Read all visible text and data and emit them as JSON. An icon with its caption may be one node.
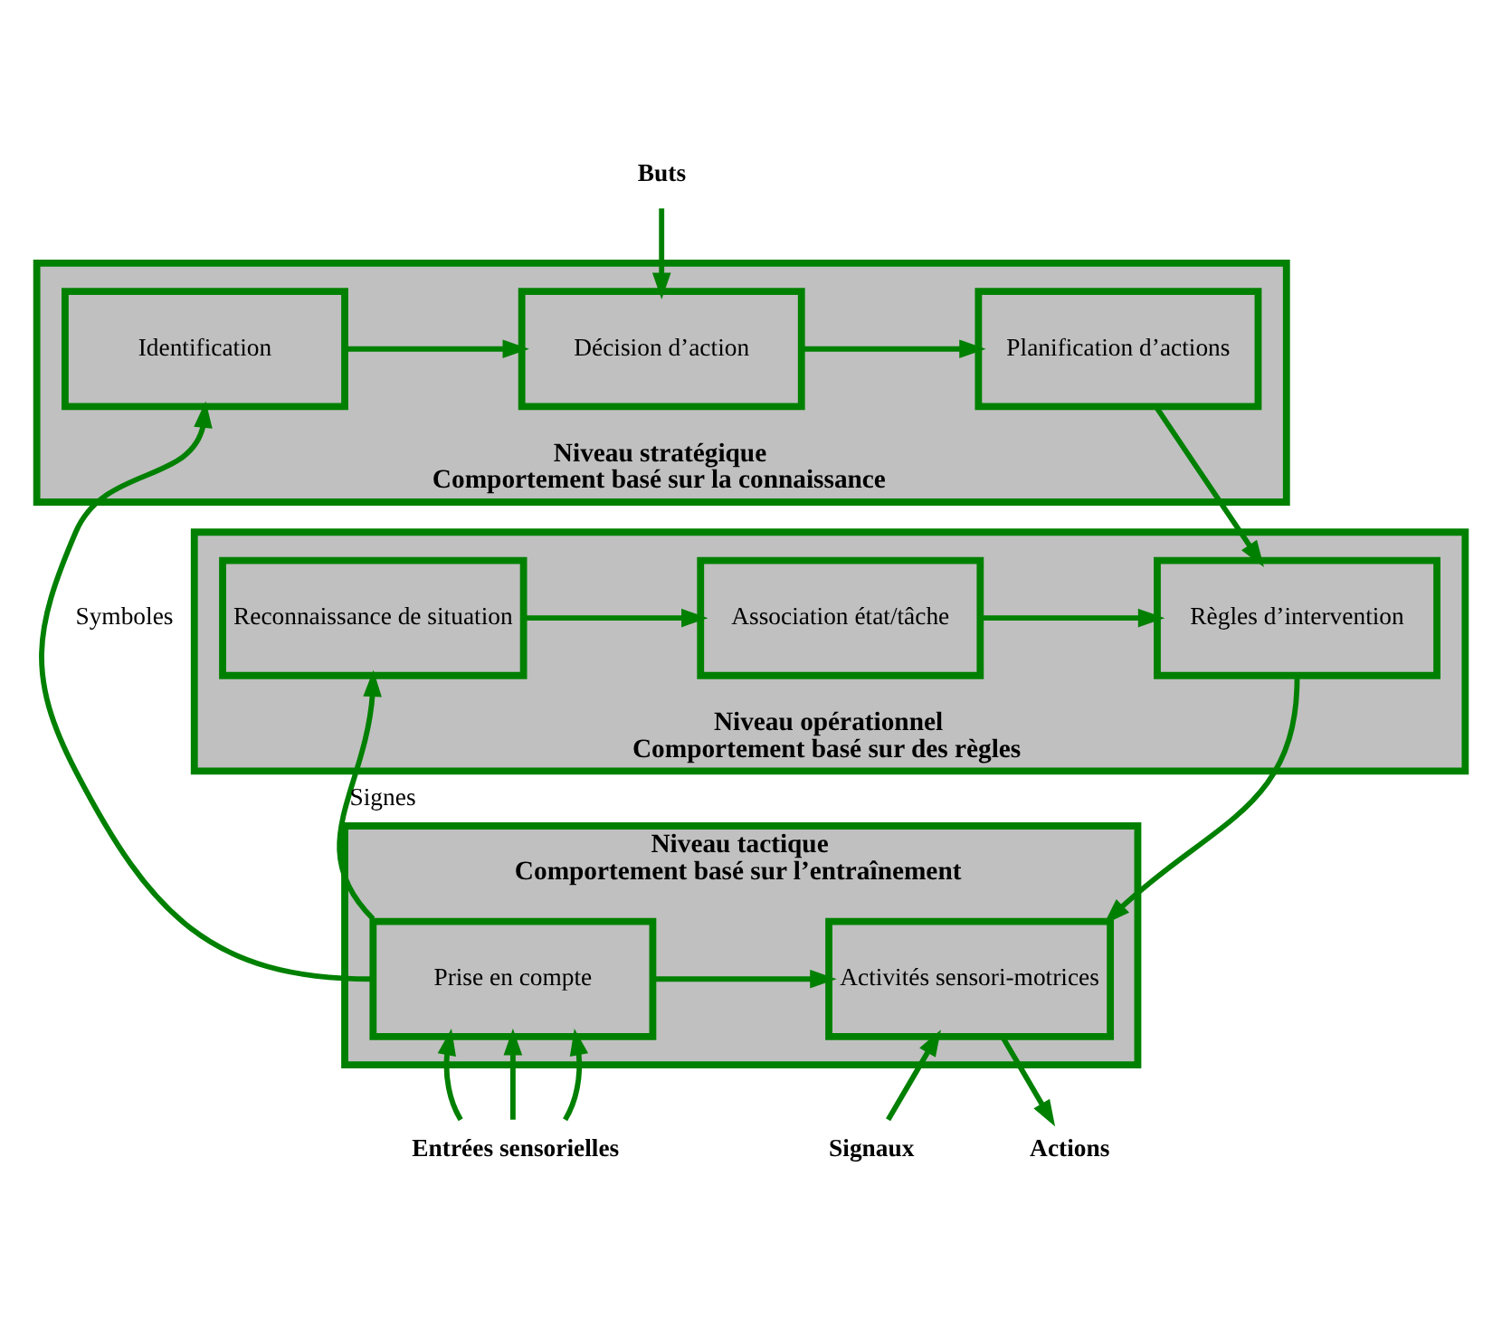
{
  "diagram": {
    "nodes": [
      {
        "text": [
          "Niveau stratégique",
          "Comportement basé sur la connaissance"
        ]
      },
      {
        "text": [
          "Identification"
        ],
        "in": 0
      },
      {
        "text": [
          "Décision d’action"
        ],
        "in": 0
      },
      {
        "text": [
          "Planification d’actions"
        ],
        "in": 0
      },
      {
        "text": [
          "Niveau opérationnel",
          "Comportement basé sur des règles"
        ]
      },
      {
        "text": [
          "Reconnaissance de situation"
        ],
        "in": 4
      },
      {
        "text": [
          "Association état/tâche"
        ],
        "in": 4
      },
      {
        "text": [
          "Règles d’intervention"
        ],
        "in": 4
      },
      {
        "text": [
          "Niveau tactique",
          "Comportement basé sur l’entraînement"
        ]
      },
      {
        "text": [
          "Prise en compte"
        ],
        "in": 8
      },
      {
        "text": [
          "Activités sensori-motrices"
        ],
        "in": 8
      },
      {
        "text": [
          "Buts"
        ]
      },
      {
        "text": [
          "Entrées sensorielles"
        ]
      },
      {
        "text": [
          "Signaux"
        ]
      },
      {
        "text": [
          "Actions"
        ]
      }
    ],
    "edges": [
      {
        "from": 11,
        "to": 2,
        "arrow": "to"
      },
      {
        "from": 1,
        "to": 2,
        "arrow": "to"
      },
      {
        "from": 2,
        "to": 3,
        "arrow": "to"
      },
      {
        "from": 3,
        "to": 7,
        "arrow": "to"
      },
      {
        "from": 5,
        "to": 6,
        "arrow": "to"
      },
      {
        "from": 6,
        "to": 7,
        "arrow": "to"
      },
      {
        "from": 7,
        "to": 10,
        "arrow": "to"
      },
      {
        "from": 9,
        "to": 1,
        "arrow": "to",
        "label": "Symboles"
      },
      {
        "from": 9,
        "to": 5,
        "arrow": "to",
        "label": "Signes"
      },
      {
        "from": 9,
        "to": 10,
        "arrow": "to"
      },
      {
        "from": 12,
        "to": 9,
        "arrow": "to"
      },
      {
        "from": 12,
        "to": 9,
        "arrow": "to"
      },
      {
        "from": 12,
        "to": 9,
        "arrow": "to"
      },
      {
        "from": 13,
        "to": 10,
        "arrow": "to"
      },
      {
        "from": 10,
        "to": 14,
        "arrow": "to"
      }
    ]
  }
}
